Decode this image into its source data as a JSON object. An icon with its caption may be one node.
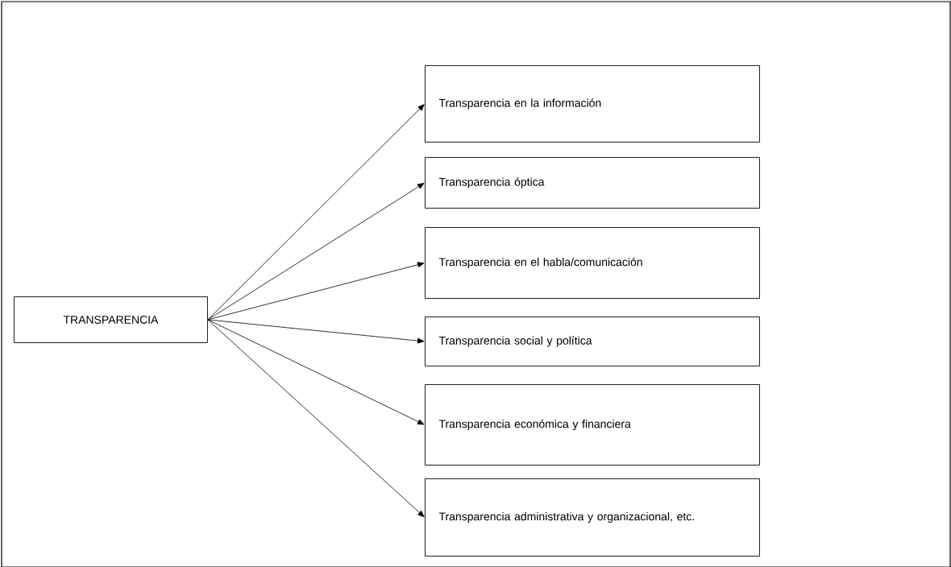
{
  "diagram": {
    "nodes": [
      {
        "text": [
          "TRANSPARENCIA"
        ]
      },
      {
        "text": [
          "Transparencia en la información"
        ]
      },
      {
        "text": [
          "Transparencia óptica"
        ]
      },
      {
        "text": [
          "Transparencia en el habla/comunicación"
        ]
      },
      {
        "text": [
          "Transparencia social y política"
        ]
      },
      {
        "text": [
          "Transparencia económica y financiera"
        ]
      },
      {
        "text": [
          "Transparencia administrativa y organizacional, etc."
        ]
      }
    ],
    "edges": [
      {
        "from": 0,
        "to": 1,
        "arrow": "to"
      },
      {
        "from": 0,
        "to": 2,
        "arrow": "to"
      },
      {
        "from": 0,
        "to": 3,
        "arrow": "to"
      },
      {
        "from": 0,
        "to": 4,
        "arrow": "to"
      },
      {
        "from": 0,
        "to": 5,
        "arrow": "to"
      },
      {
        "from": 0,
        "to": 6,
        "arrow": "to"
      }
    ]
  }
}
